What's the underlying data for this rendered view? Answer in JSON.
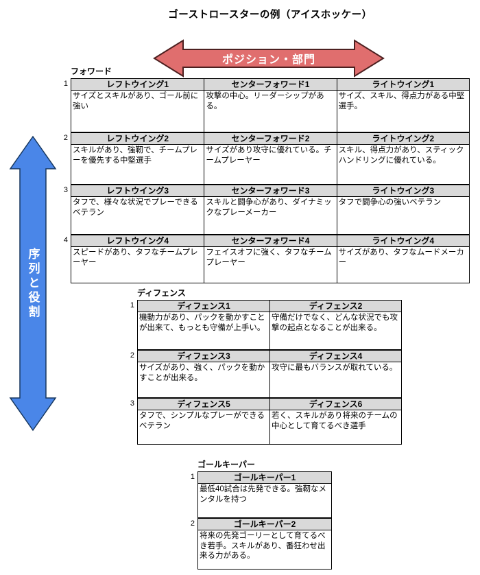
{
  "title": "ゴーストロースターの例（アイスホッケー）",
  "arrows": {
    "horizontal": {
      "label": "ポジション・部門"
    },
    "vertical": {
      "label": "序列と役割"
    }
  },
  "colors": {
    "header_bg": "#d9d9d9",
    "h_arrow_fill": "#e06e6e",
    "h_arrow_stroke": "#4d2020",
    "v_arrow_fill": "#4a86e8",
    "v_arrow_stroke": "#17375e"
  },
  "sections": {
    "forward": {
      "label": "フォワード",
      "rows": [
        {
          "num": "1",
          "cells": [
            {
              "header": "レフトウイング1",
              "body": "サイズとスキルがあり、ゴール前に強い"
            },
            {
              "header": "センターフォワード1",
              "body": "攻撃の中心。リーダーシップがある。"
            },
            {
              "header": "ライトウイング1",
              "body": "サイズ、スキル、得点力がある中堅選手。"
            }
          ]
        },
        {
          "num": "2",
          "cells": [
            {
              "header": "レフトウイング2",
              "body": "スキルがあり、強靭で、チームプレーを優先する中堅選手"
            },
            {
              "header": "センターフォワード2",
              "body": "サイズがあり攻守に優れている。チームプレーヤー"
            },
            {
              "header": "ライトウイング2",
              "body": "スキル、得点力があり、スティックハンドリングに優れている。"
            }
          ]
        },
        {
          "num": "3",
          "cells": [
            {
              "header": "レフトウイング3",
              "body": "タフで、様々な状況でプレーできるベテラン"
            },
            {
              "header": "センターフォワード3",
              "body": "スキルと闘争心があり、ダイナミックなプレーメーカー"
            },
            {
              "header": "ライトウイング3",
              "body": "タフで闘争心の強いベテラン"
            }
          ]
        },
        {
          "num": "4",
          "cells": [
            {
              "header": "レフトウイング4",
              "body": "スピードがあり、タフなチームプレーヤー"
            },
            {
              "header": "センターフォワード4",
              "body": "フェイスオフに強く、タフなチームプレーヤー"
            },
            {
              "header": "ライトウイング4",
              "body": "サイズがあり、タフなムードメーカー"
            }
          ]
        }
      ]
    },
    "defense": {
      "label": "ディフェンス",
      "rows": [
        {
          "num": "1",
          "cells": [
            {
              "header": "ディフェンス1",
              "body": "機動力があり、パックを動かすことが出来て、もっとも守備が上手い。"
            },
            {
              "header": "ディフェンス2",
              "body": "守備だけでなく、どんな状況でも攻撃の起点となることが出来る。"
            }
          ]
        },
        {
          "num": "2",
          "cells": [
            {
              "header": "ディフェンス3",
              "body": "サイズがあり、強く、パックを動かすことが出来る。"
            },
            {
              "header": "ディフェンス4",
              "body": "攻守に最もバランスが取れている。"
            }
          ]
        },
        {
          "num": "3",
          "cells": [
            {
              "header": "ディフェンス5",
              "body": "タフで、シンプルなプレーができるベテラン"
            },
            {
              "header": "ディフェンス6",
              "body": "若く、スキルがあり将来のチームの中心として育てるべき選手"
            }
          ]
        }
      ]
    },
    "goalkeeper": {
      "label": "ゴールキーパー",
      "rows": [
        {
          "num": "1",
          "cells": [
            {
              "header": "ゴールキーパー1",
              "body": "最低40試合は先発できる。強靭なメンタルを持つ"
            }
          ]
        },
        {
          "num": "2",
          "cells": [
            {
              "header": "ゴールキーパー2",
              "body": "将来の先発ゴーリーとして育てるべき若手。スキルがあり、番狂わせ出来る力がある。"
            }
          ]
        }
      ]
    }
  }
}
